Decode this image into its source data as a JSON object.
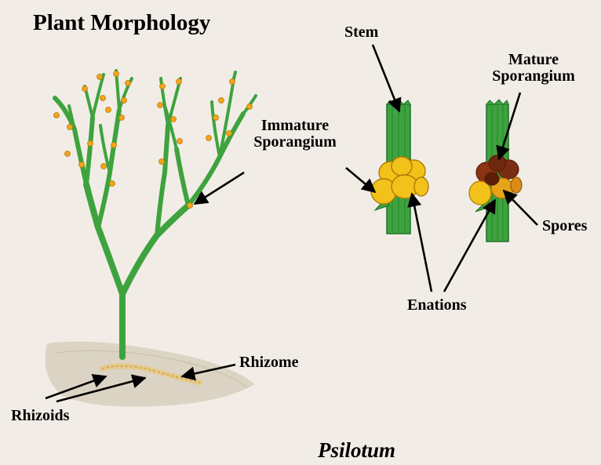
{
  "title": "Plant Morphology",
  "genus": "Psilotum",
  "labels": {
    "stem": "Stem",
    "immature_sporangium": [
      "Immature",
      "Sporangium"
    ],
    "mature_sporangium": [
      "Mature",
      "Sporangium"
    ],
    "spores": "Spores",
    "enations": "Enations",
    "rhizome": "Rhizome",
    "rhizoids": "Rhizoids"
  },
  "colors": {
    "background": "#f1ede6",
    "stem_green": "#3ea33e",
    "stem_dark": "#1f6e2a",
    "sporangium_yellow": "#f2c21a",
    "spore_brown": "#7a2d12",
    "soil": "#d7cfbe",
    "rhizome": "#e7c98a"
  }
}
